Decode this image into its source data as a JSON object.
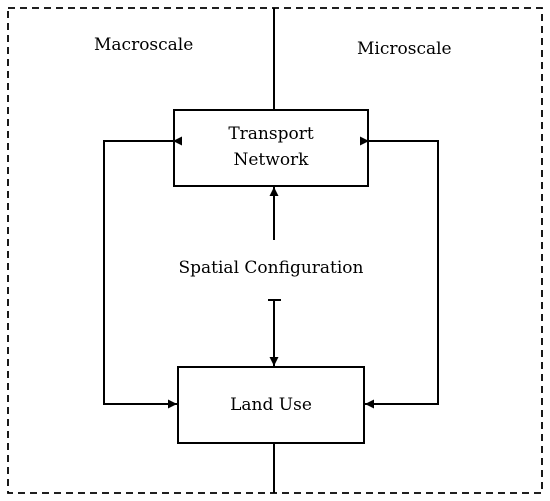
{
  "labels": {
    "macroscale": "Macroscale",
    "microscale": "Microscale",
    "transport_line1": "Transport",
    "transport_line2": "Network",
    "spatial_configuration": "Spatial Configuration",
    "land_use": "Land Use"
  },
  "colors": {
    "stroke": "#000000",
    "background": "#ffffff"
  }
}
